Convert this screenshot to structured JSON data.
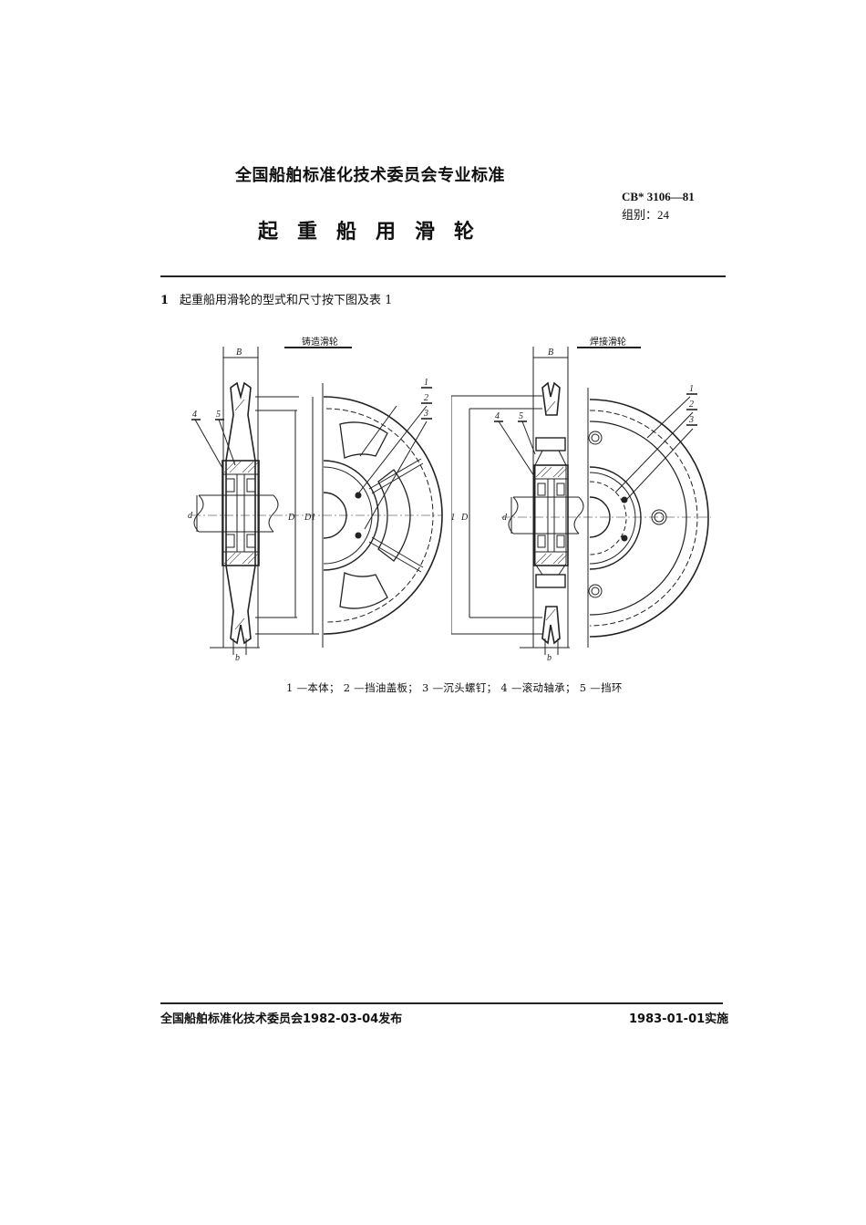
{
  "header": {
    "organization_standard": "全国船舶标准化技术委员会专业标准",
    "standard_code": "CB* 3106—81",
    "group_label": "组别：24",
    "title": "起重船用滑轮"
  },
  "clause": {
    "number": "1",
    "text": "起重船用滑轮的型式和尺寸按下图及表 1"
  },
  "figures": [
    {
      "title": "铸造滑轮",
      "dimension_labels": [
        "B",
        "b",
        "d",
        "D",
        "D1"
      ],
      "part_callouts": [
        "1",
        "2",
        "3",
        "4",
        "5"
      ]
    },
    {
      "title": "焊接滑轮",
      "dimension_labels": [
        "B",
        "b",
        "d",
        "D",
        "D1"
      ],
      "part_callouts": [
        "1",
        "2",
        "3",
        "4",
        "5"
      ]
    }
  ],
  "legend": {
    "text": "1 —本体； 2 —挡油盖板； 3 —沉头螺钉； 4 —滚动轴承； 5 —挡环",
    "items": [
      {
        "num": "1",
        "name": "本体"
      },
      {
        "num": "2",
        "name": "挡油盖板"
      },
      {
        "num": "3",
        "name": "沉头螺钉"
      },
      {
        "num": "4",
        "name": "滚动轴承"
      },
      {
        "num": "5",
        "name": "挡环"
      }
    ]
  },
  "footer": {
    "issued": "全国船舶标准化技术委员会1982-03-04发布",
    "effective": "1983-01-01实施"
  }
}
